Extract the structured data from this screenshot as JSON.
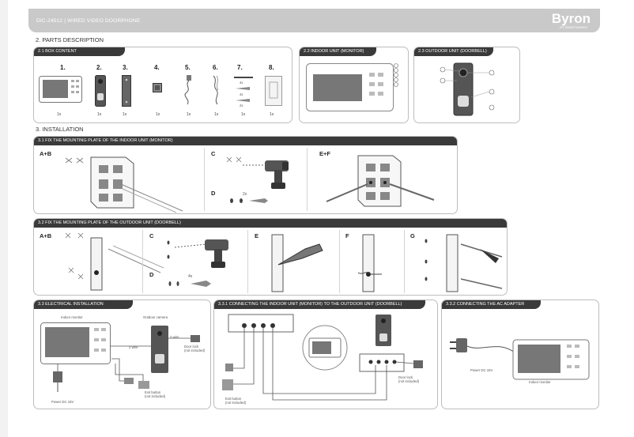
{
  "header": {
    "title": "DIC-24512 | WIRED VIDEO DOORPHONE",
    "brand": "Byron",
    "brand_sub": "BY SMARTWARES"
  },
  "sections": {
    "parts": "2. PARTS DESCRIPTION",
    "installation": "3. INSTALLATION"
  },
  "panels": {
    "box_content": "2.1 BOX CONTENT",
    "indoor_unit": "2.2 INDOOR UNIT (MONITOR)",
    "outdoor_unit": "2.3 OUTDOOR UNIT (DOORBELL)",
    "fix_indoor": "3.1 FIX THE MOUNTING PLATE OF THE INDOOR UNIT (MONITOR)",
    "fix_outdoor": "3.2 FIX THE MOUNTING PLATE OF THE OUTDOOR UNIT (DOORBELL)",
    "electrical": "3.3 ELECTRICAL INSTALLATION",
    "connecting": "3.3.1 CONNECTING THE INDOOR UNIT (MONITOR) TO THE OUTDOOR UNIT (DOORBELL)",
    "adapter": "3.3.2 CONNECTING THE AC ADAPTER"
  },
  "box_items": [
    {
      "num": "1.",
      "qty": "1x"
    },
    {
      "num": "2.",
      "qty": "1x"
    },
    {
      "num": "3.",
      "qty": "1x"
    },
    {
      "num": "4.",
      "qty": "1x"
    },
    {
      "num": "5.",
      "qty": "1x"
    },
    {
      "num": "6.",
      "qty": "1x"
    },
    {
      "num": "7.",
      "qty": "1x",
      "sub": [
        "4x",
        "4x",
        "2x"
      ]
    },
    {
      "num": "8.",
      "qty": "1x"
    }
  ],
  "steps_indoor": {
    "ab": "A+B",
    "c": "C",
    "d": "D",
    "ef": "E+F",
    "d_count": "2x"
  },
  "steps_outdoor": {
    "ab": "A+B",
    "c": "C",
    "d": "D",
    "e": "E",
    "f": "F",
    "g": "G",
    "d_count": "4x"
  },
  "electrical": {
    "indoor_monitor": "Indoor monitor",
    "outdoor_camera": "Outdoor camera",
    "wire2": "2 wire",
    "wire2b": "2 wire",
    "door_lock": "Door lock",
    "door_lock_sub": "(not included)",
    "exit_button": "Exit button",
    "exit_button_sub": "(not included)",
    "power": "Power DC 15V"
  },
  "connecting": {
    "door_lock": "Door lock",
    "door_lock_sub": "(not included)",
    "exit_button": "Exit button",
    "exit_button_sub": "(not included)"
  },
  "adapter": {
    "power": "Power DC 15V",
    "monitor": "Indoor monitor"
  },
  "colors": {
    "header_bg": "#3a3a3a",
    "topbar_bg": "#c9c9c9",
    "accent": "#ffffff"
  }
}
